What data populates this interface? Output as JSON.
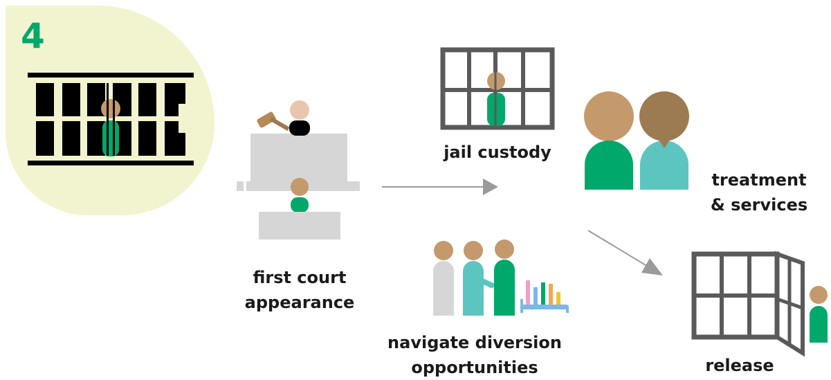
{
  "step": {
    "number": "4"
  },
  "labels": {
    "first_court_appearance": [
      "first court",
      "appearance"
    ],
    "jail_custody": "jail custody",
    "treatment_services": [
      "treatment",
      "& services"
    ],
    "navigate_diversion": [
      "navigate diversion",
      "opportunities"
    ],
    "release": "release"
  },
  "colors": {
    "badge_bg": "#f2f4cf",
    "accent_green": "#00a86b",
    "teal": "#5cc5c0",
    "skin_tan": "#c49a6c",
    "skin_dark": "#9c7a52",
    "skin_light": "#e8c6ad",
    "gray_light": "#d6d6d6",
    "gray_dark": "#5a5a5a",
    "arrow_gray": "#9a9a9a",
    "black": "#000000"
  },
  "icons": [
    "jail-cell-icon",
    "judge-bench-icon",
    "gavel-icon",
    "jail-custody-icon",
    "treatment-people-icon",
    "diversion-team-icon",
    "bar-chart-icon",
    "open-cell-door-icon"
  ]
}
